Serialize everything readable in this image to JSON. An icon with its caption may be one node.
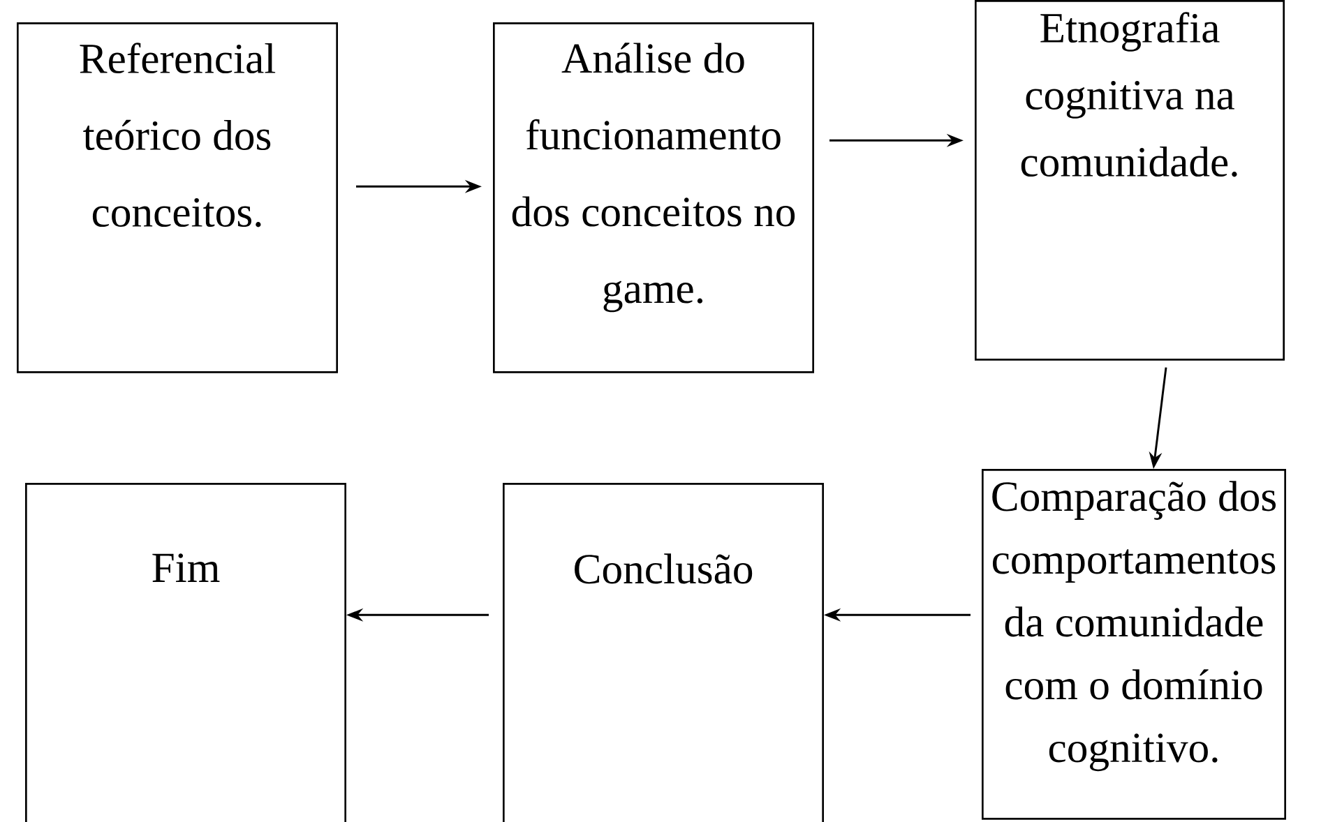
{
  "diagram": {
    "nodes": [
      {
        "text": [
          "Referencial teórico dos conceitos."
        ]
      },
      {
        "text": [
          "Análise do funcionamento dos conceitos no game."
        ]
      },
      {
        "text": [
          "Etnografia cognitiva na comunidade."
        ]
      },
      {
        "text": [
          "Comparação dos comportamentos da comunidade com o domínio cognitivo."
        ]
      },
      {
        "text": [
          "Conclusão"
        ]
      },
      {
        "text": [
          "Fim"
        ]
      }
    ],
    "edges": [
      {
        "from": 0,
        "to": 1,
        "arrow": "to"
      },
      {
        "from": 1,
        "to": 2,
        "arrow": "to"
      },
      {
        "from": 2,
        "to": 3,
        "arrow": "to"
      },
      {
        "from": 3,
        "to": 4,
        "arrow": "to"
      },
      {
        "from": 4,
        "to": 5,
        "arrow": "to"
      }
    ]
  }
}
